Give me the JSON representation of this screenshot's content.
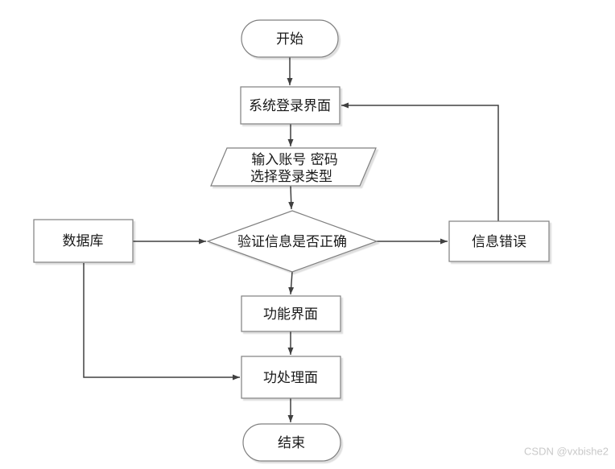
{
  "page": {
    "background": "#ffffff",
    "watermark": "CSDN @vxbishe2"
  },
  "colors": {
    "edge_line": "#404040",
    "shape_border": "#7f7f7f",
    "shape_fill": "#ffffff",
    "label_text": "#1a1a1a",
    "watermark_text": "#c9c9c9"
  },
  "flowchart": {
    "nodes": {
      "start": {
        "type": "terminator",
        "label": "开始"
      },
      "login": {
        "type": "process",
        "label": "系统登录界面"
      },
      "input": {
        "type": "input-output",
        "label_line1": "输入账号 密码",
        "label_line2": "选择登录类型"
      },
      "verify": {
        "type": "decision",
        "label": "验证信息是否正确"
      },
      "database": {
        "type": "process",
        "label": "数据库"
      },
      "error": {
        "type": "process",
        "label": "信息错误"
      },
      "function_ui": {
        "type": "process",
        "label": "功能界面"
      },
      "process_ui": {
        "type": "process",
        "label": "功处理面"
      },
      "end": {
        "type": "terminator",
        "label": "结束"
      }
    },
    "edges": [
      {
        "from": "start",
        "to": "login"
      },
      {
        "from": "login",
        "to": "input"
      },
      {
        "from": "input",
        "to": "verify"
      },
      {
        "from": "database",
        "to": "verify"
      },
      {
        "from": "verify",
        "to": "error"
      },
      {
        "from": "error",
        "to": "login"
      },
      {
        "from": "verify",
        "to": "function_ui"
      },
      {
        "from": "function_ui",
        "to": "process_ui"
      },
      {
        "from": "database",
        "to": "process_ui"
      },
      {
        "from": "process_ui",
        "to": "end"
      }
    ]
  }
}
